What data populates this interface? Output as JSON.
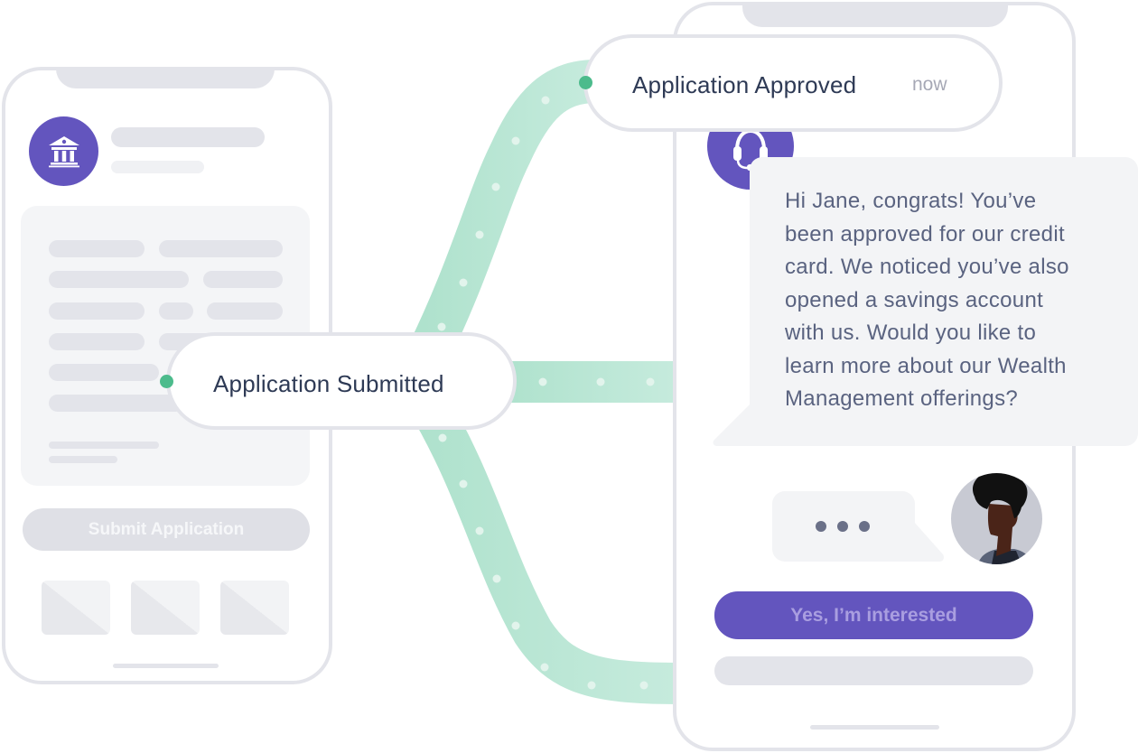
{
  "left_phone": {
    "bank_icon_color": "#6355be",
    "submit_button_label": "Submit Application"
  },
  "status": {
    "submitted_label": "Application Submitted",
    "approved_label": "Application Approved",
    "approved_time": "now",
    "dot_color": "#4cbb8c",
    "ribbon_color": "#b5e5d2"
  },
  "right_phone": {
    "agent_icon_color": "#6355be",
    "message_lines": [
      "Hi Jane, congrats! You’ve",
      "been approved for our credit",
      "card. We noticed you’ve also",
      "opened a savings account",
      "with us. Would you like to",
      "learn more about our Wealth",
      "Management offerings?"
    ],
    "cta_label": "Yes, I’m interested",
    "cta_color": "#6355be"
  }
}
